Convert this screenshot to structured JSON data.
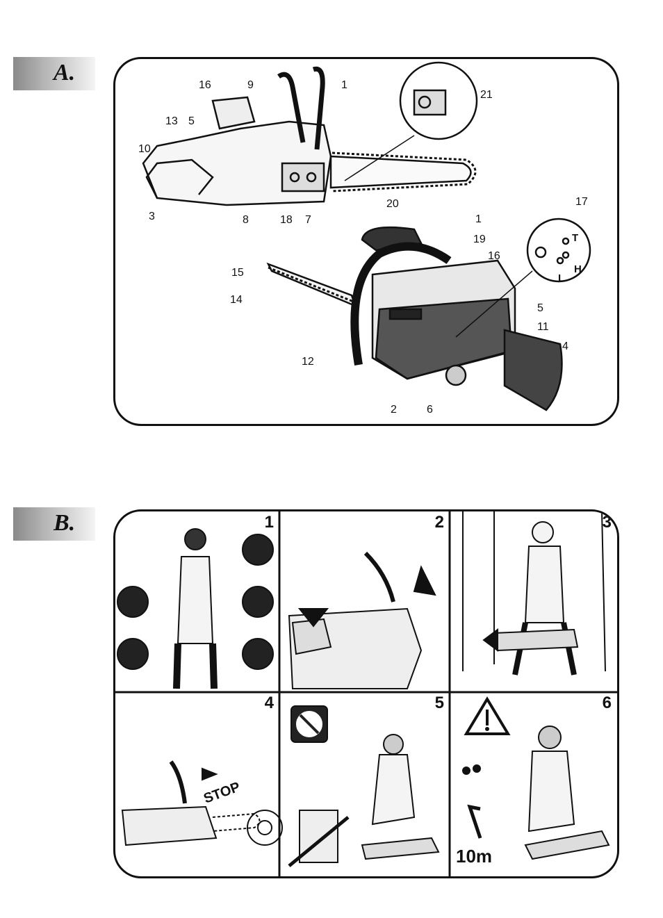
{
  "sections": [
    {
      "label": "A."
    },
    {
      "label": "B."
    }
  ],
  "figure_a": {
    "callouts": [
      "16",
      "9",
      "1",
      "13",
      "5",
      "10",
      "3",
      "8",
      "18",
      "7",
      "20",
      "21",
      "17",
      "1",
      "19",
      "16",
      "15",
      "14",
      "12",
      "2",
      "6",
      "5",
      "11",
      "4"
    ],
    "adjust_letters": [
      "T",
      "H",
      "L"
    ]
  },
  "figure_b": {
    "cells": [
      {
        "number": "1"
      },
      {
        "number": "2"
      },
      {
        "number": "3"
      },
      {
        "number": "4",
        "text": "STOP"
      },
      {
        "number": "5"
      },
      {
        "number": "6",
        "text": "10m"
      }
    ]
  }
}
